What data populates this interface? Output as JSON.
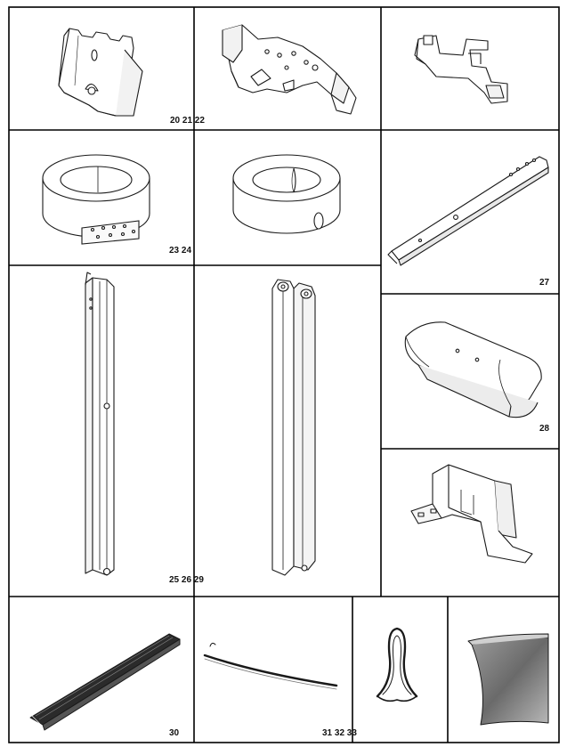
{
  "sheet": {
    "stroke_color": "#1a1a1a",
    "labels": {
      "l1": "20 21 22",
      "l2": "23 24",
      "l3": "27",
      "l4": "25 26 29",
      "l5": "28",
      "l6": "30",
      "l7": "31 32 33"
    },
    "parts": [
      {
        "id": "support-bracket-part",
        "icon": "support-bracket-icon"
      },
      {
        "id": "wheel-arch-plate-part",
        "icon": "arch-plate-icon"
      },
      {
        "id": "z-bracket-part",
        "icon": "z-bracket-icon"
      },
      {
        "id": "roll-holed-part",
        "icon": "roll-icon"
      },
      {
        "id": "roll-plain-part",
        "icon": "roll-icon"
      },
      {
        "id": "long-rail-part",
        "icon": "rail-icon"
      },
      {
        "id": "post-channel-part",
        "icon": "post-icon"
      },
      {
        "id": "post-box-part",
        "icon": "post-icon"
      },
      {
        "id": "end-cap-part",
        "icon": "cap-icon"
      },
      {
        "id": "mount-bracket-part",
        "icon": "bracket-icon"
      },
      {
        "id": "tread-strip-part",
        "icon": "tread-icon"
      },
      {
        "id": "wire-part",
        "icon": "wire-icon"
      },
      {
        "id": "spring-clip-part",
        "icon": "clip-icon"
      },
      {
        "id": "flap-panel-part",
        "icon": "flap-icon"
      }
    ]
  }
}
